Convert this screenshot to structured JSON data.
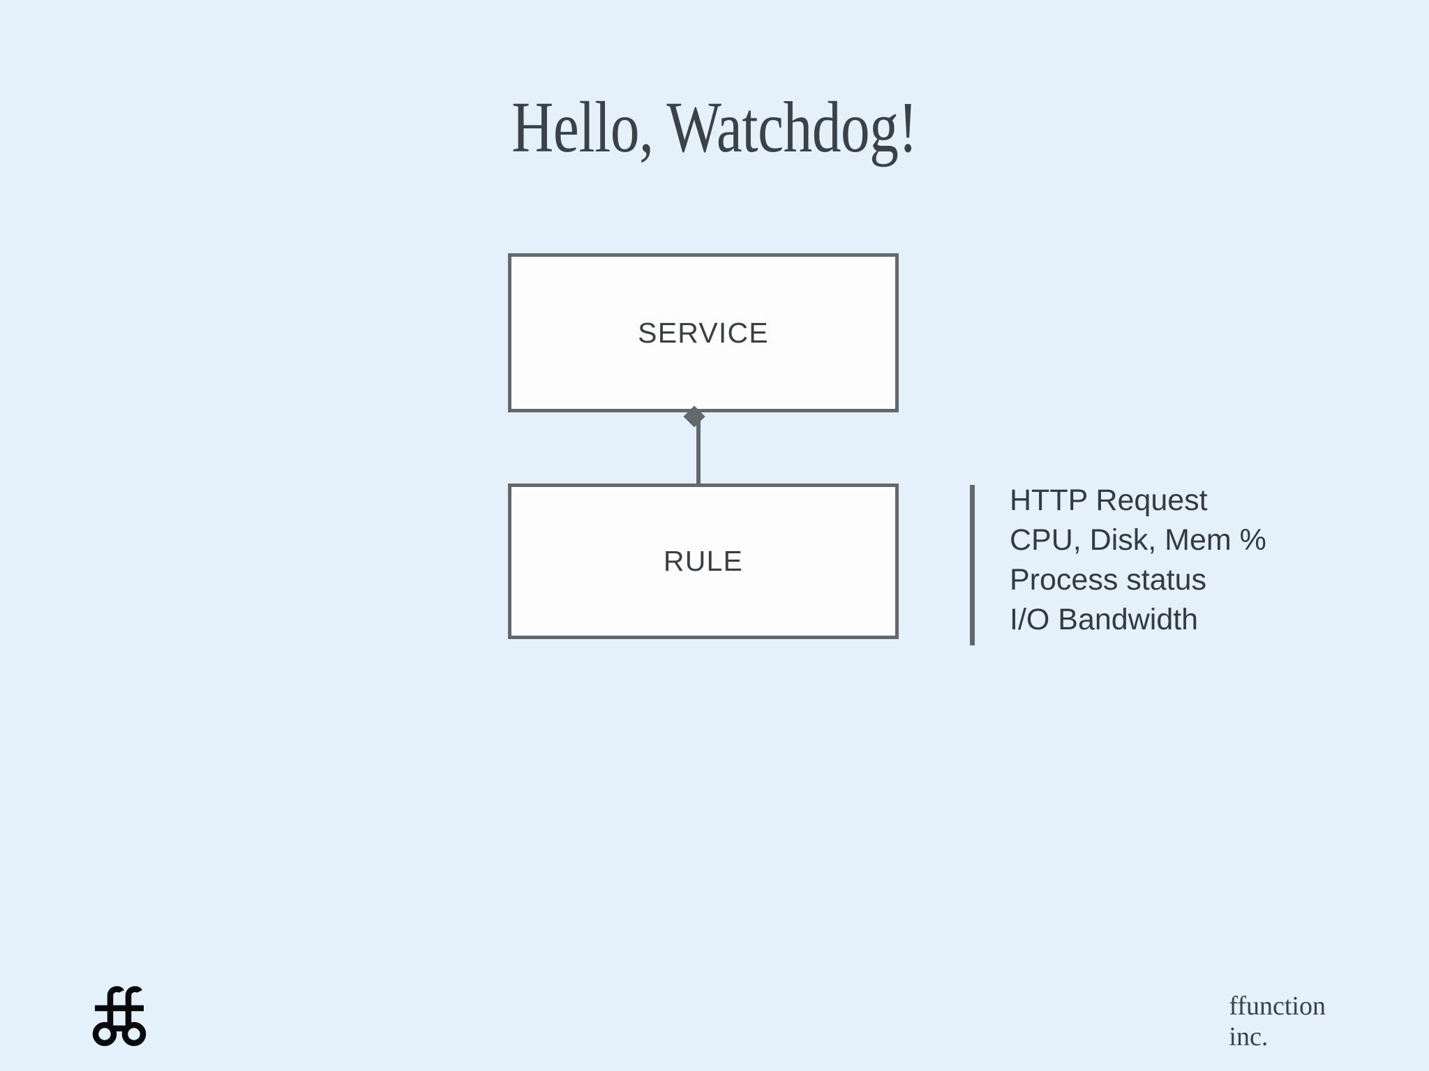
{
  "slide": {
    "title": "Hello, Watchdog!",
    "background_color": "#e4f0fa",
    "text_color": "#3a4148",
    "stroke_color": "#63686d",
    "box_fill_color": "#fdfdfd"
  },
  "diagram": {
    "type": "uml-aggregation",
    "nodes": [
      {
        "id": "service",
        "label": "SERVICE"
      },
      {
        "id": "rule",
        "label": "RULE"
      }
    ],
    "edges": [
      {
        "from": "service",
        "to": "rule",
        "decorator": "aggregation-diamond"
      }
    ]
  },
  "annotation": {
    "lines": [
      "HTTP Request",
      "CPU, Disk, Mem %",
      "Process status",
      "I/O Bandwidth"
    ]
  },
  "footer": {
    "logo_icon": "ffunction-monogram-icon",
    "brand_line1": "ffunction",
    "brand_line2": "inc."
  }
}
